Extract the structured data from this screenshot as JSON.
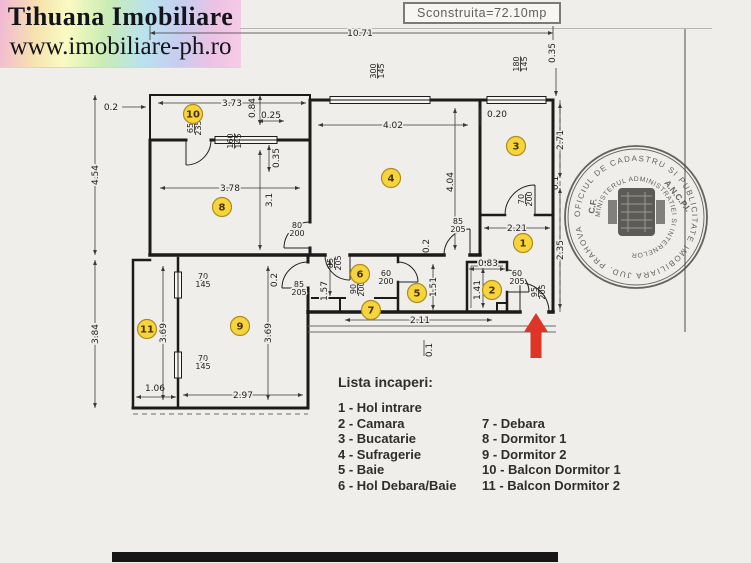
{
  "header": {
    "company": "Tihuana Imobiliare",
    "website": "www.imobiliare-ph.ro"
  },
  "area_box": {
    "label": "Sconstruita=72.10mp"
  },
  "legend": {
    "title": "Lista incaperi:",
    "column1": [
      "1 - Hol intrare",
      "2 - Camara",
      "3 - Bucatarie",
      "4 - Sufragerie",
      "5 - Baie",
      "6 - Hol Debara/Baie"
    ],
    "column2": [
      "7 - Debara",
      "8 - Dormitor 1",
      "9 - Dormitor 2",
      "10 - Balcon Dormitor 1",
      "11 - Balcon Dormitor 2"
    ]
  },
  "rooms": {
    "r1": "1",
    "r2": "2",
    "r3": "3",
    "r4": "4",
    "r5": "5",
    "r6": "6",
    "r7": "7",
    "r8": "8",
    "r9": "9",
    "r10": "10",
    "r11": "11"
  },
  "dims": {
    "top_width": "10.71",
    "left_height_upper": "4.54",
    "left_height_lower": "3.84",
    "top_left_offset": "0.2",
    "balcony10_width": "3.73",
    "balcony10_depth": "0.84",
    "balcony10_step": "0.25",
    "wall_offset_top": "0.35",
    "room8_width": "3.78",
    "room8_height": "3.1",
    "room4_width": "4.02",
    "room4_height": "4.04",
    "room3_offset": "0.20",
    "room4_bottom_offset": "0.2",
    "right_top_offset": "0.35",
    "room3_height": "2.71",
    "right_wall_thick": "0.1",
    "hall_height": "2.35",
    "room1_width": "2.21",
    "room5_width": "2.11",
    "room5_height": "1.51",
    "hall6_height": "1.57",
    "room2_width": "0.83",
    "room2_height": "1.41",
    "room9_height": "3.69",
    "balcony11_length": "3.69",
    "room9_width": "2.97",
    "balcony11_offset": "1.06",
    "room9_top_offset": "0.2",
    "bottom_offset": "0.1"
  },
  "openings": {
    "balcony10_door": "65/235",
    "room8_window": "160/145",
    "living_window": "300/145",
    "kitchen_window": "180/145",
    "room8_door": "80/200",
    "room4_door": "85/205",
    "hall_top_door": "85/205",
    "room9_door": "85/205",
    "debara_door": "90/200",
    "bath_door": "60/200",
    "kitchen_door": "70/200",
    "pantry_door": "60/205",
    "entry_door": "95/205",
    "room9_window_upper": "70/145",
    "room9_window_lower": "70/145"
  },
  "stamp": {
    "outer_text": "OFICIUL DE CADASTRU SI PUBLICITATE IMOBILIARA JUD. PRAHOVA",
    "inner_text": "MINISTERUL ADMINISTRATIEI SI INTERNELOR",
    "agency": "A.N.C.P.I.",
    "cf": "C.F."
  },
  "colors": {
    "arrow_red": "#de3526",
    "badge_yellow": "#f6d43c",
    "ink": "#1b1b1b",
    "stamp_ink": "#45443f"
  }
}
